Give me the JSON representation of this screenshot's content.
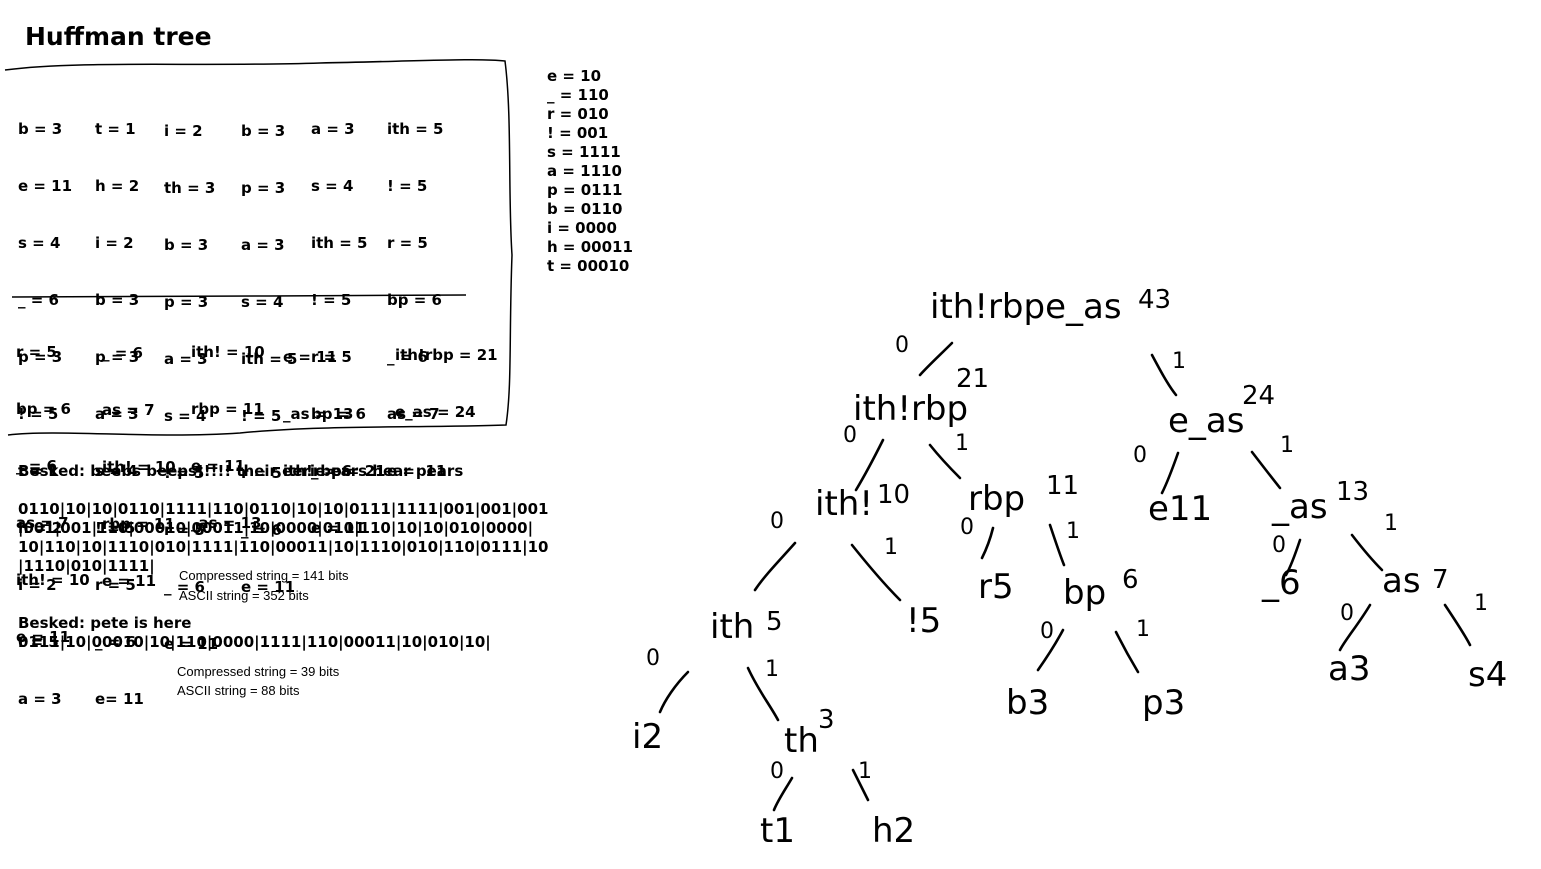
{
  "title": "Huffman tree",
  "steps_top": [
    [
      "b = 3",
      "e = 11",
      "s = 4",
      "_ = 6",
      "p = 3",
      "! = 5",
      "t = 1",
      "h = 2",
      "i = 2",
      "r = 5",
      "a = 3"
    ],
    [
      "t = 1",
      "h = 2",
      "i = 2",
      "b = 3",
      "p = 3",
      "a = 3",
      "s = 4",
      "! = 5",
      "r = 5",
      "_ = 6",
      "e= 11"
    ],
    [
      "i = 2",
      "th = 3",
      "b = 3",
      "p = 3",
      "a = 3",
      "s = 4",
      "! = 5",
      "r = 5",
      "_ = 6",
      "e = 11"
    ],
    [
      "b = 3",
      "p = 3",
      "a = 3",
      "s = 4",
      "ith = 5",
      "! = 5",
      "r = 5",
      "_ = 6",
      "e = 11"
    ],
    [
      "a = 3",
      "s = 4",
      "ith = 5",
      "! = 5",
      "r = 5",
      "bp = 6",
      "_ = 6",
      "e = 11"
    ],
    [
      "ith = 5",
      "! = 5",
      "r = 5",
      "bp = 6",
      "_ = 6",
      "as = 7",
      "e =  11"
    ]
  ],
  "steps_bottom": [
    [
      "r = 5",
      "bp = 6",
      "_ = 6",
      "as = 7",
      "ith! = 10",
      "e = 11"
    ],
    [
      "_ = 6",
      "as = 7",
      "ith! = 10",
      "rbp = 11",
      "e = 11"
    ],
    [
      "ith! = 10",
      "rbp = 11",
      "e = 11",
      "_as = 13"
    ],
    [
      "e = 11",
      "_as = 13",
      "ith!rbp = 21"
    ],
    [
      "ith!rbp = 21",
      "e_as = 24"
    ]
  ],
  "codes": [
    "e = 10",
    "_ = 110",
    "r = 010",
    "! = 001",
    "s = 1111",
    "a = 1110",
    "p = 0111",
    "b = 0110",
    "i = 0000",
    "h = 00011",
    "t = 00010"
  ],
  "example1": {
    "heading": "Besked: beebs beeps!!!!! their eerie ears hear pears",
    "bits": [
      "0110|10|10|0110|1111|110|0110|10|10|0111|1111|001|001|001",
      "|001|001|110|00010|00011|10|0000|010|110|10|10|010|0000|",
      "10|110|10|1110|010|1111|110|00011|10|1110|010|110|0111|10",
      "|1110|010|1111|"
    ],
    "compressed": "Compressed string = 141 bits",
    "ascii": "ASCII string = 352 bits"
  },
  "example2": {
    "heading": "Besked: pete is here",
    "bits": "0111|10|00010|10|110|0000|1111|110|00011|10|010|10|",
    "compressed": "Compressed string = 39 bits",
    "ascii": "ASCII string = 88 bits"
  },
  "tree": {
    "root": {
      "label": "ith!rbpe_as",
      "count": "43"
    },
    "n_ithrbp": {
      "label": "ith!rbp",
      "count": "21"
    },
    "n_eas": {
      "label": "e_as",
      "count": "24"
    },
    "n_ith_ex": {
      "label": "ith!",
      "count": "10"
    },
    "n_rbp": {
      "label": "rbp",
      "count": "11"
    },
    "n_e": {
      "label": "e11"
    },
    "n_as13": {
      "label": "_as",
      "count": "13"
    },
    "n_ith": {
      "label": "ith",
      "count": "5"
    },
    "n_ex": {
      "label": "!5"
    },
    "n_r": {
      "label": "r5"
    },
    "n_bp": {
      "label": "bp",
      "count": "6"
    },
    "n_us": {
      "label": "_6"
    },
    "n_as7": {
      "label": "as",
      "count": "7"
    },
    "n_i": {
      "label": "i2"
    },
    "n_th": {
      "label": "th",
      "count": "3"
    },
    "n_b": {
      "label": "b3"
    },
    "n_p": {
      "label": "p3"
    },
    "n_a": {
      "label": "a3"
    },
    "n_s": {
      "label": "s4"
    },
    "n_t": {
      "label": "t1"
    },
    "n_h": {
      "label": "h2"
    },
    "bit0": "0",
    "bit1": "1"
  }
}
